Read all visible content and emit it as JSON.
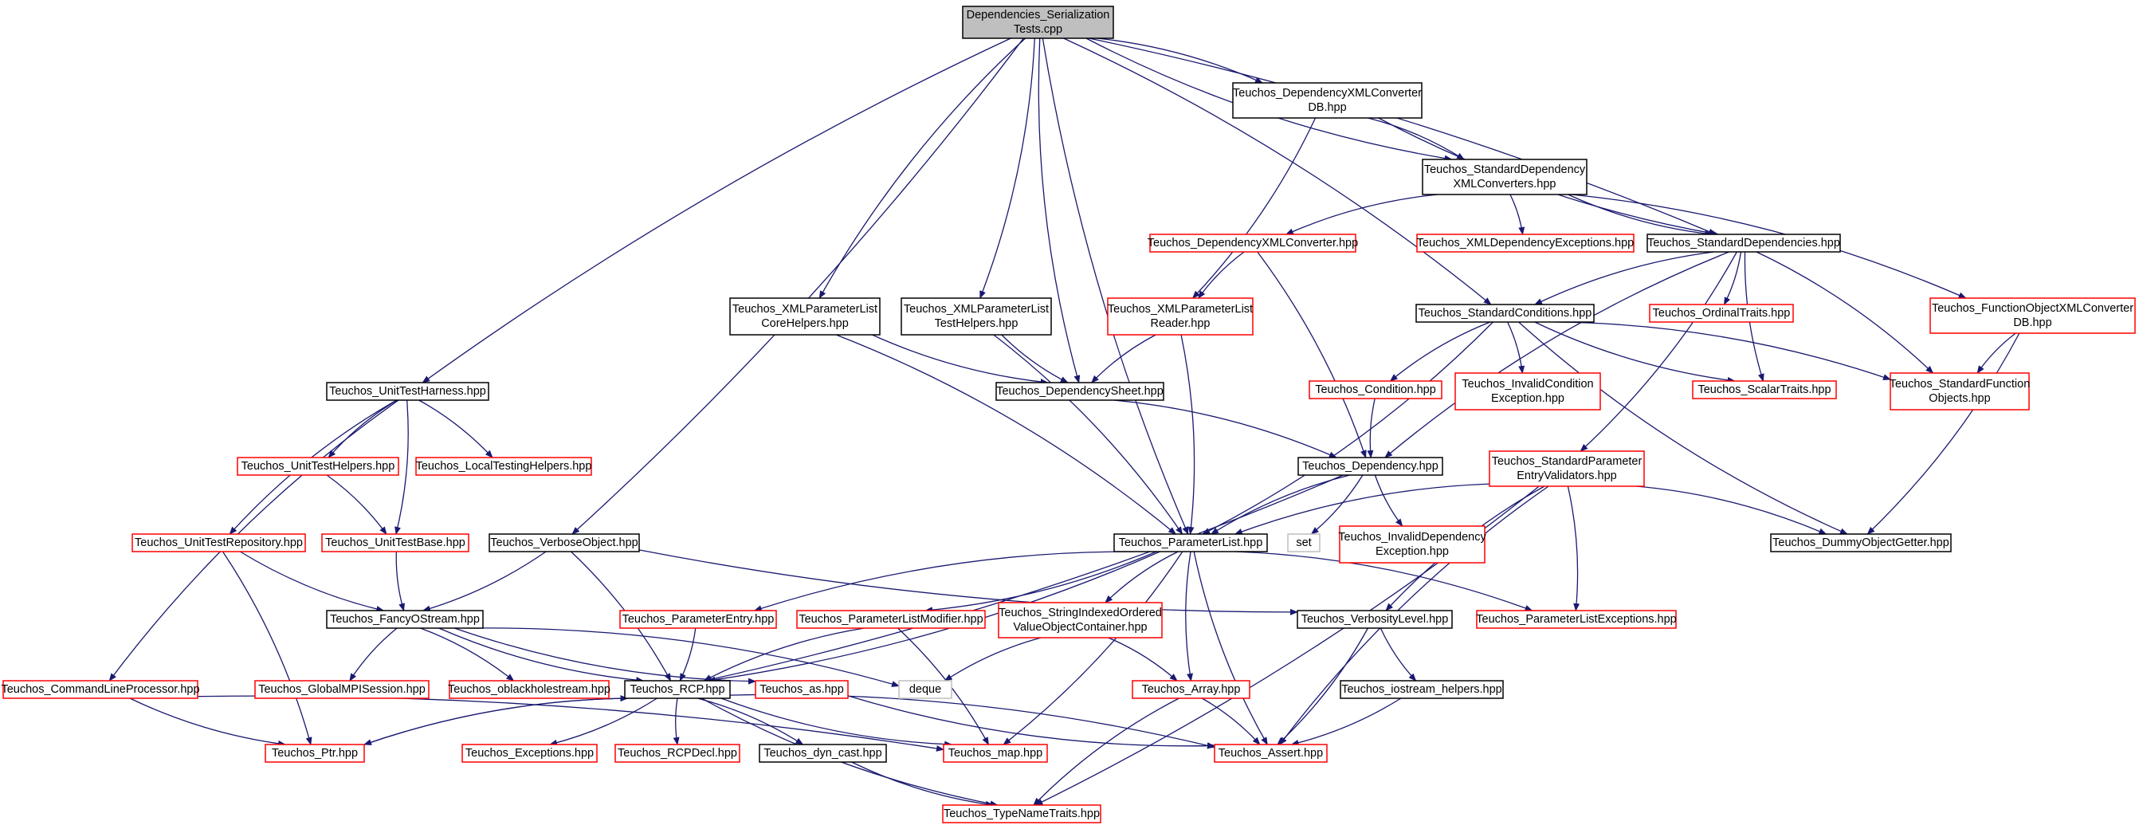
{
  "diagram": {
    "root": "n_root",
    "nodes": [
      {
        "id": "n_root",
        "lines": [
          "Dependencies_Serialization",
          "Tests.cpp"
        ],
        "style": "root"
      },
      {
        "id": "n_depxmlconvdb",
        "lines": [
          "Teuchos_DependencyXMLConverter",
          "DB.hpp"
        ],
        "style": "black"
      },
      {
        "id": "n_stddepxml",
        "lines": [
          "Teuchos_StandardDependency",
          "XMLConverters.hpp"
        ],
        "style": "black"
      },
      {
        "id": "n_depxmlconv",
        "lines": [
          "Teuchos_DependencyXMLConverter.hpp"
        ],
        "style": "red"
      },
      {
        "id": "n_xmldepexc",
        "lines": [
          "Teuchos_XMLDependencyExceptions.hpp"
        ],
        "style": "red"
      },
      {
        "id": "n_stddeps",
        "lines": [
          "Teuchos_StandardDependencies.hpp"
        ],
        "style": "black"
      },
      {
        "id": "n_xmlplcore",
        "lines": [
          "Teuchos_XMLParameterList",
          "CoreHelpers.hpp"
        ],
        "style": "black"
      },
      {
        "id": "n_xmlpltest",
        "lines": [
          "Teuchos_XMLParameterList",
          "TestHelpers.hpp"
        ],
        "style": "black"
      },
      {
        "id": "n_xmlplreader",
        "lines": [
          "Teuchos_XMLParameterList",
          "Reader.hpp"
        ],
        "style": "red"
      },
      {
        "id": "n_stdconds",
        "lines": [
          "Teuchos_StandardConditions.hpp"
        ],
        "style": "black"
      },
      {
        "id": "n_ordinal",
        "lines": [
          "Teuchos_OrdinalTraits.hpp"
        ],
        "style": "red"
      },
      {
        "id": "n_funcobjxml",
        "lines": [
          "Teuchos_FunctionObjectXMLConverter",
          "DB.hpp"
        ],
        "style": "red"
      },
      {
        "id": "n_unittestharness",
        "lines": [
          "Teuchos_UnitTestHarness.hpp"
        ],
        "style": "black"
      },
      {
        "id": "n_depsheet",
        "lines": [
          "Teuchos_DependencySheet.hpp"
        ],
        "style": "black"
      },
      {
        "id": "n_condition",
        "lines": [
          "Teuchos_Condition.hpp"
        ],
        "style": "red"
      },
      {
        "id": "n_invcondexc",
        "lines": [
          "Teuchos_InvalidCondition",
          "Exception.hpp"
        ],
        "style": "red"
      },
      {
        "id": "n_scalar",
        "lines": [
          "Teuchos_ScalarTraits.hpp"
        ],
        "style": "red"
      },
      {
        "id": "n_stdfuncobj",
        "lines": [
          "Teuchos_StandardFunction",
          "Objects.hpp"
        ],
        "style": "red"
      },
      {
        "id": "n_unittesthelpers",
        "lines": [
          "Teuchos_UnitTestHelpers.hpp"
        ],
        "style": "red"
      },
      {
        "id": "n_localtesting",
        "lines": [
          "Teuchos_LocalTestingHelpers.hpp"
        ],
        "style": "red"
      },
      {
        "id": "n_dependency",
        "lines": [
          "Teuchos_Dependency.hpp"
        ],
        "style": "black"
      },
      {
        "id": "n_stdparamvalid",
        "lines": [
          "Teuchos_StandardParameter",
          "EntryValidators.hpp"
        ],
        "style": "red"
      },
      {
        "id": "n_unittestrepo",
        "lines": [
          "Teuchos_UnitTestRepository.hpp"
        ],
        "style": "red"
      },
      {
        "id": "n_unittestbase",
        "lines": [
          "Teuchos_UnitTestBase.hpp"
        ],
        "style": "red"
      },
      {
        "id": "n_verboseobj",
        "lines": [
          "Teuchos_VerboseObject.hpp"
        ],
        "style": "black"
      },
      {
        "id": "n_paramlist",
        "lines": [
          "Teuchos_ParameterList.hpp"
        ],
        "style": "black"
      },
      {
        "id": "n_set",
        "lines": [
          "set"
        ],
        "style": "gray"
      },
      {
        "id": "n_invdepexc",
        "lines": [
          "Teuchos_InvalidDependency",
          "Exception.hpp"
        ],
        "style": "red"
      },
      {
        "id": "n_dummyobj",
        "lines": [
          "Teuchos_DummyObjectGetter.hpp"
        ],
        "style": "black"
      },
      {
        "id": "n_fancyostream",
        "lines": [
          "Teuchos_FancyOStream.hpp"
        ],
        "style": "black"
      },
      {
        "id": "n_paramentry",
        "lines": [
          "Teuchos_ParameterEntry.hpp"
        ],
        "style": "red"
      },
      {
        "id": "n_plmodifier",
        "lines": [
          "Teuchos_ParameterListModifier.hpp"
        ],
        "style": "red"
      },
      {
        "id": "n_stringindexed",
        "lines": [
          "Teuchos_StringIndexedOrdered",
          "ValueObjectContainer.hpp"
        ],
        "style": "red"
      },
      {
        "id": "n_verbositylevel",
        "lines": [
          "Teuchos_VerbosityLevel.hpp"
        ],
        "style": "black"
      },
      {
        "id": "n_plexceptions",
        "lines": [
          "Teuchos_ParameterListExceptions.hpp"
        ],
        "style": "red"
      },
      {
        "id": "n_deque",
        "lines": [
          "deque"
        ],
        "style": "gray"
      },
      {
        "id": "n_cmdline",
        "lines": [
          "Teuchos_CommandLineProcessor.hpp"
        ],
        "style": "red"
      },
      {
        "id": "n_globalmpi",
        "lines": [
          "Teuchos_GlobalMPISession.hpp"
        ],
        "style": "red"
      },
      {
        "id": "n_oblackhole",
        "lines": [
          "Teuchos_oblackholestream.hpp"
        ],
        "style": "red"
      },
      {
        "id": "n_rcp",
        "lines": [
          "Teuchos_RCP.hpp"
        ],
        "style": "black"
      },
      {
        "id": "n_as",
        "lines": [
          "Teuchos_as.hpp"
        ],
        "style": "red"
      },
      {
        "id": "n_array",
        "lines": [
          "Teuchos_Array.hpp"
        ],
        "style": "red"
      },
      {
        "id": "n_iostreamhelpers",
        "lines": [
          "Teuchos_iostream_helpers.hpp"
        ],
        "style": "black"
      },
      {
        "id": "n_ptr",
        "lines": [
          "Teuchos_Ptr.hpp"
        ],
        "style": "red"
      },
      {
        "id": "n_exceptions",
        "lines": [
          "Teuchos_Exceptions.hpp"
        ],
        "style": "red"
      },
      {
        "id": "n_rcpdecl",
        "lines": [
          "Teuchos_RCPDecl.hpp"
        ],
        "style": "red"
      },
      {
        "id": "n_dyncast",
        "lines": [
          "Teuchos_dyn_cast.hpp"
        ],
        "style": "black"
      },
      {
        "id": "n_map",
        "lines": [
          "Teuchos_map.hpp"
        ],
        "style": "red"
      },
      {
        "id": "n_assert",
        "lines": [
          "Teuchos_Assert.hpp"
        ],
        "style": "red"
      },
      {
        "id": "n_typenametraits",
        "lines": [
          "Teuchos_TypeNameTraits.hpp"
        ],
        "style": "red"
      }
    ],
    "edges": [
      [
        "n_root",
        "n_depxmlconvdb"
      ],
      [
        "n_root",
        "n_stddepxml"
      ],
      [
        "n_root",
        "n_stddeps"
      ],
      [
        "n_root",
        "n_xmlplcore"
      ],
      [
        "n_root",
        "n_xmlpltest"
      ],
      [
        "n_root",
        "n_depsheet"
      ],
      [
        "n_root",
        "n_stdconds"
      ],
      [
        "n_root",
        "n_unittestharness"
      ],
      [
        "n_root",
        "n_verboseobj"
      ],
      [
        "n_root",
        "n_paramlist"
      ],
      [
        "n_depxmlconvdb",
        "n_stddepxml"
      ],
      [
        "n_depxmlconvdb",
        "n_stddeps"
      ],
      [
        "n_depxmlconvdb",
        "n_xmlplreader"
      ],
      [
        "n_stddepxml",
        "n_depxmlconv"
      ],
      [
        "n_stddepxml",
        "n_xmldepexc"
      ],
      [
        "n_stddepxml",
        "n_stddeps"
      ],
      [
        "n_stddepxml",
        "n_funcobjxml"
      ],
      [
        "n_depxmlconv",
        "n_xmlplreader"
      ],
      [
        "n_depxmlconv",
        "n_dependency"
      ],
      [
        "n_stddeps",
        "n_stdconds"
      ],
      [
        "n_stddeps",
        "n_ordinal"
      ],
      [
        "n_stddeps",
        "n_scalar"
      ],
      [
        "n_stddeps",
        "n_stdfuncobj"
      ],
      [
        "n_stddeps",
        "n_dependency"
      ],
      [
        "n_stddeps",
        "n_stdparamvalid"
      ],
      [
        "n_xmlplcore",
        "n_depsheet"
      ],
      [
        "n_xmlplcore",
        "n_paramlist"
      ],
      [
        "n_xmlpltest",
        "n_depsheet"
      ],
      [
        "n_xmlpltest",
        "n_paramlist"
      ],
      [
        "n_xmlplreader",
        "n_depsheet"
      ],
      [
        "n_xmlplreader",
        "n_paramlist"
      ],
      [
        "n_stdconds",
        "n_condition"
      ],
      [
        "n_stdconds",
        "n_invcondexc"
      ],
      [
        "n_stdconds",
        "n_scalar"
      ],
      [
        "n_stdconds",
        "n_stdfuncobj"
      ],
      [
        "n_stdconds",
        "n_dummyobj"
      ],
      [
        "n_stdconds",
        "n_paramlist"
      ],
      [
        "n_funcobjxml",
        "n_stdfuncobj"
      ],
      [
        "n_funcobjxml",
        "n_dummyobj"
      ],
      [
        "n_unittestharness",
        "n_unittesthelpers"
      ],
      [
        "n_unittestharness",
        "n_localtesting"
      ],
      [
        "n_unittestharness",
        "n_unittestrepo"
      ],
      [
        "n_unittestharness",
        "n_unittestbase"
      ],
      [
        "n_unittestharness",
        "n_cmdline"
      ],
      [
        "n_depsheet",
        "n_dependency"
      ],
      [
        "n_condition",
        "n_dependency"
      ],
      [
        "n_unittesthelpers",
        "n_unittestbase"
      ],
      [
        "n_dependency",
        "n_paramlist"
      ],
      [
        "n_dependency",
        "n_set"
      ],
      [
        "n_dependency",
        "n_invdepexc"
      ],
      [
        "n_dependency",
        "n_rcp"
      ],
      [
        "n_stdparamvalid",
        "n_paramlist"
      ],
      [
        "n_stdparamvalid",
        "n_dummyobj"
      ],
      [
        "n_stdparamvalid",
        "n_verbositylevel"
      ],
      [
        "n_stdparamvalid",
        "n_plexceptions"
      ],
      [
        "n_stdparamvalid",
        "n_assert"
      ],
      [
        "n_stdparamvalid",
        "n_typenametraits"
      ],
      [
        "n_unittestrepo",
        "n_fancyostream"
      ],
      [
        "n_unittestrepo",
        "n_ptr"
      ],
      [
        "n_unittestbase",
        "n_fancyostream"
      ],
      [
        "n_verboseobj",
        "n_fancyostream"
      ],
      [
        "n_verboseobj",
        "n_verbositylevel"
      ],
      [
        "n_verboseobj",
        "n_rcp"
      ],
      [
        "n_paramlist",
        "n_paramentry"
      ],
      [
        "n_paramlist",
        "n_plmodifier"
      ],
      [
        "n_paramlist",
        "n_stringindexed"
      ],
      [
        "n_paramlist",
        "n_plexceptions"
      ],
      [
        "n_paramlist",
        "n_array"
      ],
      [
        "n_paramlist",
        "n_map"
      ],
      [
        "n_paramlist",
        "n_assert"
      ],
      [
        "n_paramlist",
        "n_rcp"
      ],
      [
        "n_fancyostream",
        "n_globalmpi"
      ],
      [
        "n_fancyostream",
        "n_oblackhole"
      ],
      [
        "n_fancyostream",
        "n_rcp"
      ],
      [
        "n_fancyostream",
        "n_deque"
      ],
      [
        "n_fancyostream",
        "n_as"
      ],
      [
        "n_paramentry",
        "n_rcp"
      ],
      [
        "n_plmodifier",
        "n_rcp"
      ],
      [
        "n_plmodifier",
        "n_map"
      ],
      [
        "n_stringindexed",
        "n_deque"
      ],
      [
        "n_stringindexed",
        "n_array"
      ],
      [
        "n_verbositylevel",
        "n_iostreamhelpers"
      ],
      [
        "n_verbositylevel",
        "n_assert"
      ],
      [
        "n_cmdline",
        "n_ptr"
      ],
      [
        "n_cmdline",
        "n_map"
      ],
      [
        "n_rcp",
        "n_ptr"
      ],
      [
        "n_rcp",
        "n_exceptions"
      ],
      [
        "n_rcp",
        "n_rcpdecl"
      ],
      [
        "n_rcp",
        "n_dyncast"
      ],
      [
        "n_rcp",
        "n_map"
      ],
      [
        "n_rcp",
        "n_assert"
      ],
      [
        "n_rcp",
        "n_typenametraits"
      ],
      [
        "n_ptr",
        "n_rcp"
      ],
      [
        "n_as",
        "n_assert"
      ],
      [
        "n_array",
        "n_assert"
      ],
      [
        "n_array",
        "n_typenametraits"
      ],
      [
        "n_iostreamhelpers",
        "n_assert"
      ],
      [
        "n_dyncast",
        "n_typenametraits"
      ]
    ]
  },
  "colors": {
    "edge": "#191970",
    "red_border": "#ff0000",
    "black_border": "#000000",
    "gray_border": "#bfbfbf",
    "root_fill": "#bfbfbf",
    "node_fill": "#ffffff"
  }
}
